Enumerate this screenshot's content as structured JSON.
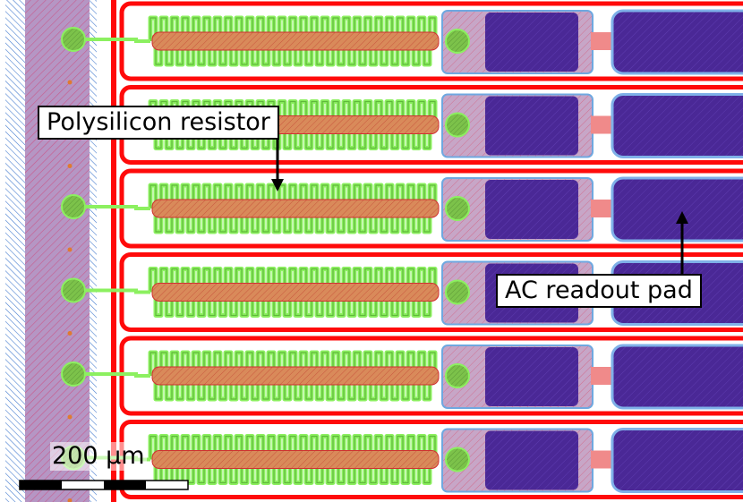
{
  "annotations": {
    "resistor_label": "Polysilicon resistor",
    "pad_label": "AC readout pad"
  },
  "scale_bar": {
    "label": "200 µm"
  },
  "strips": {
    "count": 6
  },
  "colors": {
    "bias_ring": "#ff0a0a",
    "polysilicon": "#8cf060",
    "implant": "#d97a55",
    "metal_pad": "#4a2896",
    "contact": "#7cc24a",
    "bias_rail": "#a888b8"
  },
  "legend_icons": {
    "pointer": "arrow-icon"
  }
}
